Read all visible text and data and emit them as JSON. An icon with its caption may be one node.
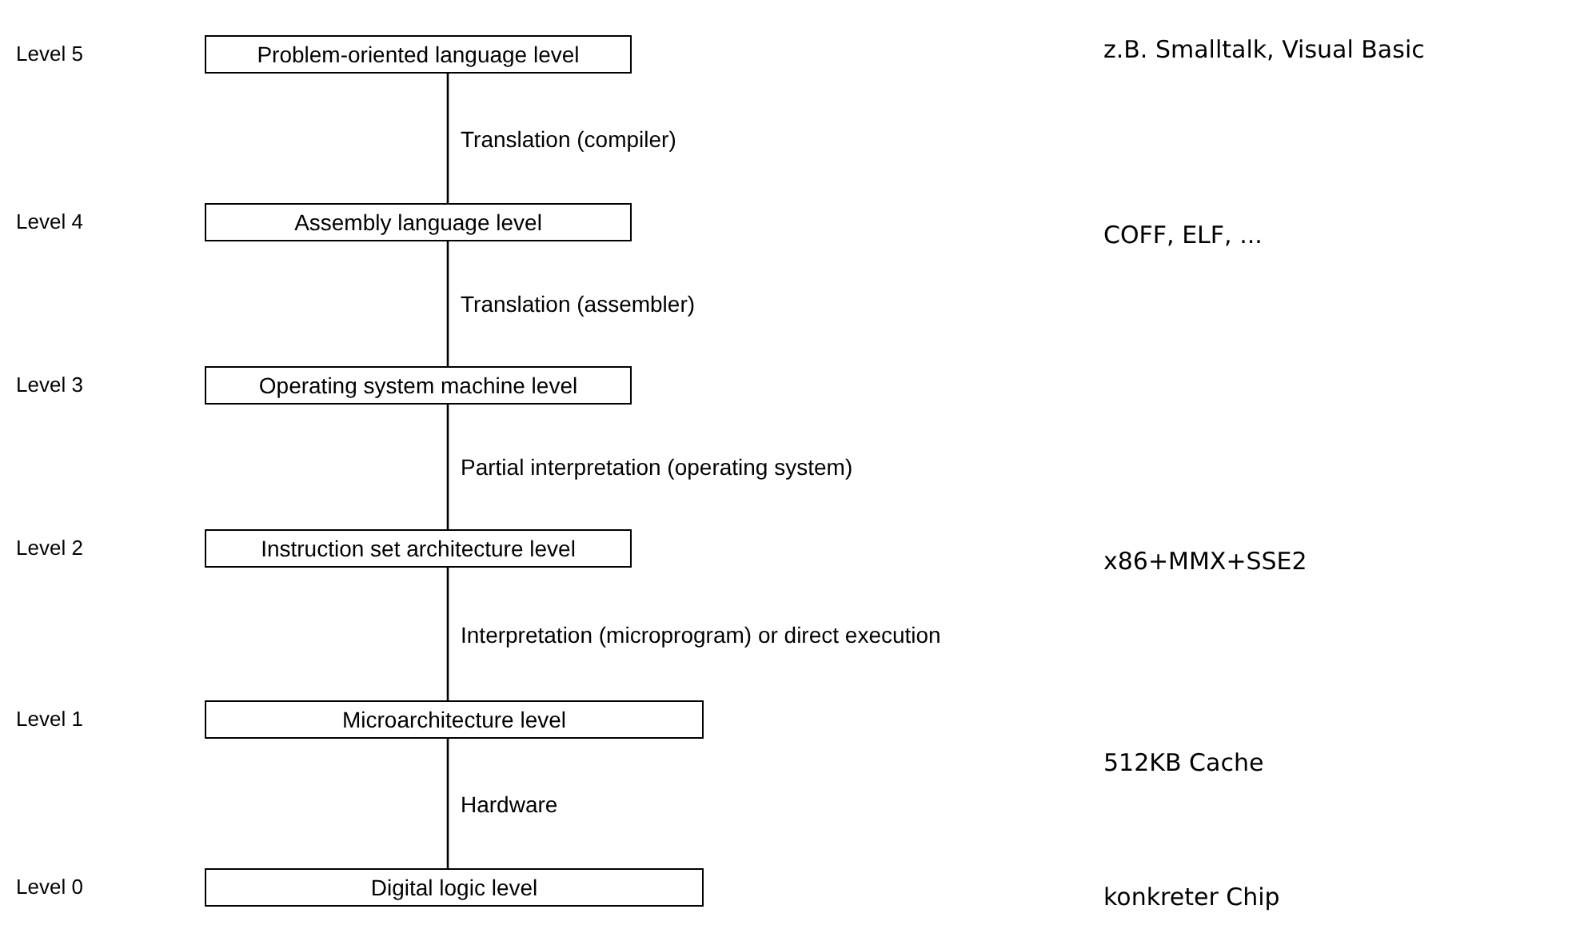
{
  "diagram": {
    "nodes": [
      {
        "text": [
          "Problem-oriented language level"
        ]
      },
      {
        "text": [
          "Assembly language level"
        ]
      },
      {
        "text": [
          "Operating system machine level"
        ]
      },
      {
        "text": [
          "Instruction set architecture level"
        ]
      },
      {
        "text": [
          "Microarchitecture level"
        ]
      },
      {
        "text": [
          "Digital logic level"
        ]
      }
    ],
    "edges": [
      {
        "from": 0,
        "to": 1,
        "arrow": "none",
        "label": "Translation (compiler)"
      },
      {
        "from": 1,
        "to": 2,
        "arrow": "none",
        "label": "Translation (assembler)"
      },
      {
        "from": 2,
        "to": 3,
        "arrow": "none",
        "label": "Partial interpretation (operating system)"
      },
      {
        "from": 3,
        "to": 4,
        "arrow": "none",
        "label": "Interpretation (microprogram) or direct execution"
      },
      {
        "from": 4,
        "to": 5,
        "arrow": "none",
        "label": "Hardware"
      }
    ],
    "labels": [
      "Level 5",
      "z.B. Smalltalk, Visual Basic",
      "Level 4",
      "COFF, ELF, ...",
      "Level 3",
      "Level 2",
      "x86+MMX+SSE2",
      "Level 1",
      "512KB Cache",
      "Level 0",
      "konkreter Chip"
    ]
  }
}
